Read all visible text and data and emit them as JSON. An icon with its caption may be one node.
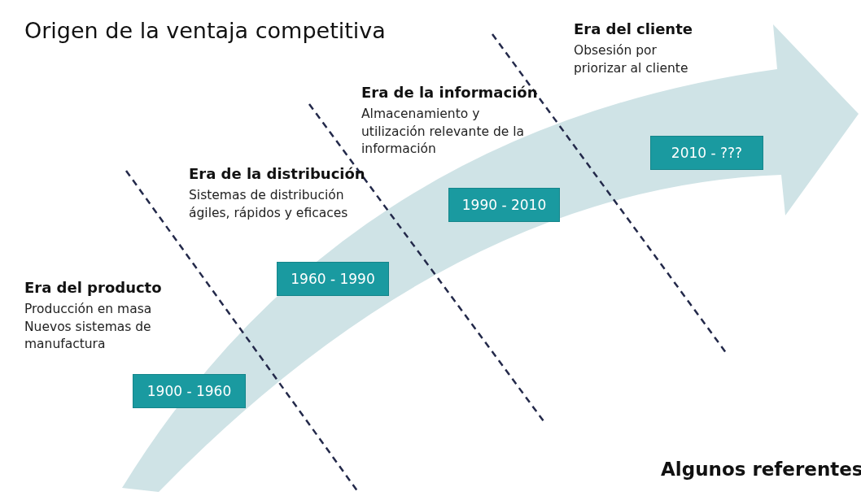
{
  "diagram": {
    "title": "Origen de la ventaja competitiva",
    "nodes": [
      {
        "text": [
          "1900 - 1960"
        ]
      },
      {
        "text": [
          "1960 - 1990"
        ]
      },
      {
        "text": [
          "1990 - 2010"
        ]
      },
      {
        "text": [
          "2010 - ???"
        ]
      }
    ],
    "edges": [],
    "labels": [
      "Era del cliente",
      "Obsesión por priorizar al cliente",
      "Era de la información",
      "Almacenamiento y utilización relevante de la información",
      "Era de la distribución",
      "Sistemas de distribución ágiles, rápidos y eficaces",
      "Era del producto",
      "Producción en masa Nuevos sistemas de manufactura",
      "Algunos referentes"
    ]
  }
}
